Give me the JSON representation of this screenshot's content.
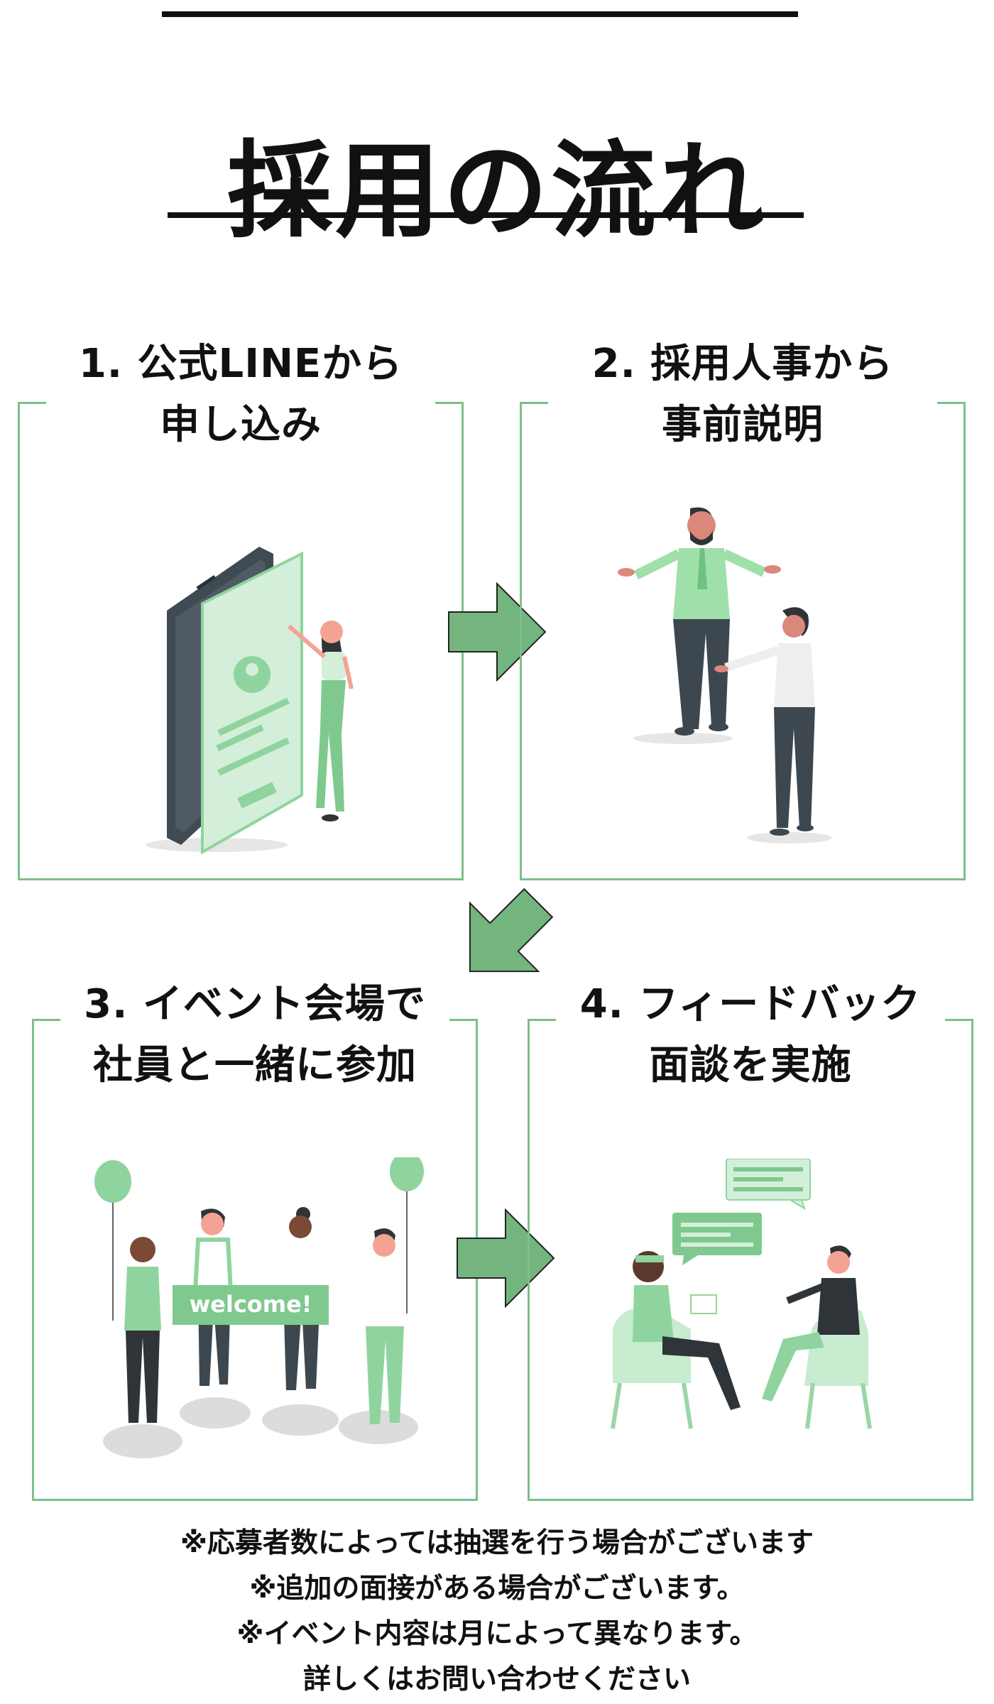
{
  "page": {
    "title": "採用の流れ",
    "accent_color": "#7cbf8a",
    "arrow_color": "#74b57f"
  },
  "steps": [
    {
      "number": "1.",
      "title_line1": "1. 公式LINEから",
      "title_line2": "申し込み",
      "illustration": "smartphone-application-illustration"
    },
    {
      "number": "2.",
      "title_line1": "2. 採用人事から",
      "title_line2": "事前説明",
      "illustration": "recruiter-explanation-illustration"
    },
    {
      "number": "3.",
      "title_line1": "3. イベント会場で",
      "title_line2": "社員と一緒に参加",
      "illustration": "welcome-event-illustration",
      "banner_text": "welcome!"
    },
    {
      "number": "4.",
      "title_line1": "4. フィードバック",
      "title_line2": "面談を実施",
      "illustration": "feedback-interview-illustration"
    }
  ],
  "notes": [
    "※応募者数によっては抽選を行う場合がございます",
    "※追加の面接がある場合がございます。",
    "※イベント内容は月によって異なります。",
    "詳しくはお問い合わせください"
  ]
}
